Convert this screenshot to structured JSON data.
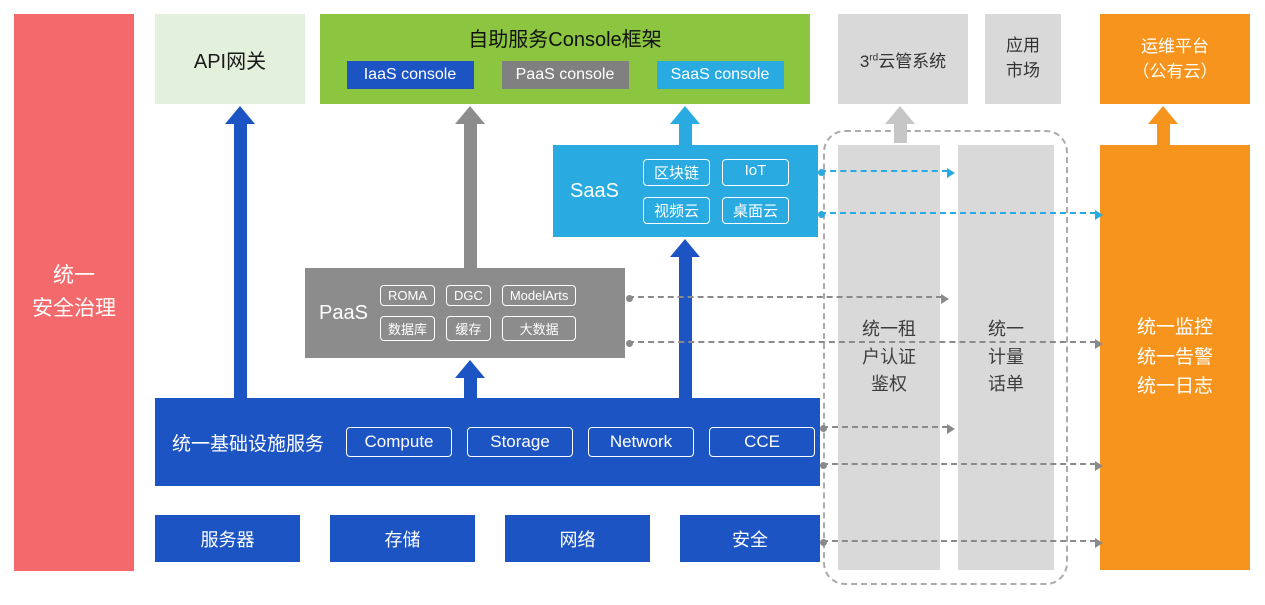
{
  "colors": {
    "red": "#F4696B",
    "light_green": "#E3F1DC",
    "green": "#8CC540",
    "blue": "#1C54C4",
    "gray": "#8C8C8C",
    "light_gray": "#D9D9D9",
    "cyan": "#29ABE2",
    "orange": "#F7941E"
  },
  "left_bar": {
    "lines": [
      "统一",
      "安全治理"
    ]
  },
  "api_gateway": {
    "label": "API网关"
  },
  "console_framework": {
    "title": "自助服务Console框架",
    "items": [
      {
        "label": "IaaS console"
      },
      {
        "label": "PaaS console"
      },
      {
        "label": "SaaS console"
      }
    ]
  },
  "third_party_cloud": {
    "prefix": "3",
    "sup": "rd",
    "suffix": "云管系统"
  },
  "app_market": {
    "lines": [
      "应用",
      "市场"
    ]
  },
  "ops_platform": {
    "lines": [
      "运维平台",
      "（公有云）"
    ]
  },
  "saas": {
    "label": "SaaS",
    "items": [
      "区块链",
      "IoT",
      "视频云",
      "桌面云"
    ]
  },
  "paas": {
    "label": "PaaS",
    "items": [
      "ROMA",
      "DGC",
      "ModelArts",
      "数据库",
      "缓存",
      "大数据"
    ]
  },
  "infrastructure": {
    "label": "统一基础设施服务",
    "items": [
      "Compute",
      "Storage",
      "Network",
      "CCE"
    ]
  },
  "hardware": [
    "服务器",
    "存储",
    "网络",
    "安全"
  ],
  "auth_bar": {
    "lines": [
      "统一租",
      "户认证",
      "鉴权"
    ]
  },
  "metering_bar": {
    "lines": [
      "统一",
      "计量",
      "话单"
    ]
  },
  "monitoring_bar": {
    "lines": [
      "统一监控",
      "统一告警",
      "统一日志"
    ]
  }
}
